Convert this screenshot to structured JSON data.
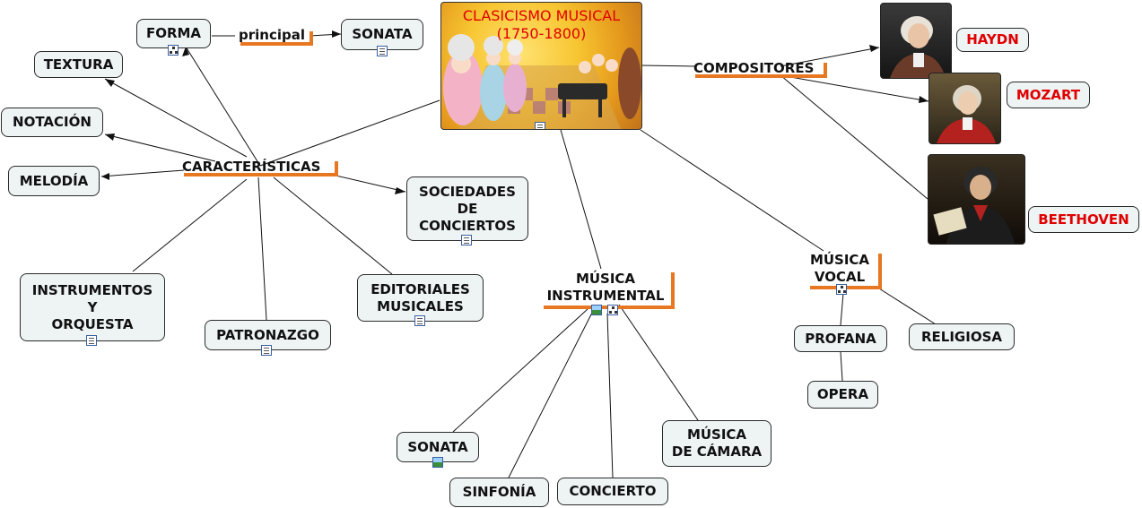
{
  "center": {
    "title": "CLASICISMO MUSICAL",
    "subtitle": "(1750-1800)"
  },
  "characteristics": {
    "hub": "CARACTERÍSTICAS",
    "forma": "FORMA",
    "principal": "principal",
    "sonata_top": "SONATA",
    "textura": "TEXTURA",
    "notacion": "NOTACIÓN",
    "melodia": "MELODÍA",
    "sociedades": [
      "SOCIEDADES",
      "DE",
      "CONCIERTOS"
    ],
    "instrumentos": [
      "INSTRUMENTOS",
      "Y",
      "ORQUESTA"
    ],
    "patronazgo": "PATRONAZGO",
    "editoriales": [
      "EDITORIALES",
      "MUSICALES"
    ]
  },
  "instrumental": {
    "hub": [
      "MÚSICA",
      "INSTRUMENTAL"
    ],
    "sonata": "SONATA",
    "sinfonia": "SINFONÍA",
    "concierto": "CONCIERTO",
    "camara": [
      "MÚSICA",
      "DE CÁMARA"
    ]
  },
  "vocal": {
    "hub": [
      "MÚSICA",
      "VOCAL"
    ],
    "profana": "PROFANA",
    "opera": "OPERA",
    "religiosa": "RELIGIOSA"
  },
  "composers": {
    "hub": "COMPOSITORES",
    "haydn": "HAYDN",
    "mozart": "MOZART",
    "beethoven": "BEETHOVEN"
  },
  "colors": {
    "accent": "#e87722",
    "node_bg": "#eef3f4",
    "composer_text": "#e00000"
  }
}
